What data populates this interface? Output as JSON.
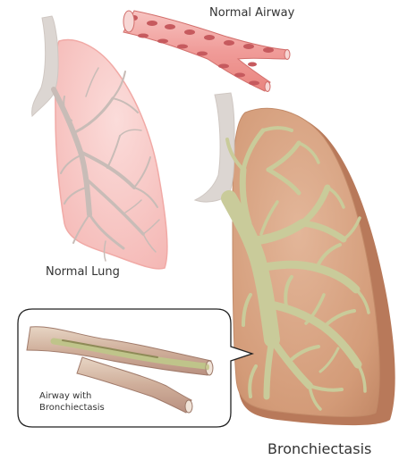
{
  "labels": {
    "normal_airway": "Normal Airway",
    "normal_lung": "Normal Lung",
    "bronchiectasis": "Bronchiectasis",
    "callout_line1": "Airway with",
    "callout_line2": "Bronchiectasis"
  },
  "colors": {
    "normal_lung_fill": "#f7c7c4",
    "normal_lung_edge": "#f3b2ae",
    "trachea": "#d8d3cf",
    "normal_bronchi": "#c9bfbb",
    "airway_wall": "#f2a9a6",
    "airway_ring": "#c6585c",
    "diseased_lung_fill": "#d6a07e",
    "diseased_lung_shadow": "#b97b57",
    "diseased_bronchi": "#c8ca9b",
    "callout_border": "#222222",
    "label_text": "#333333"
  }
}
